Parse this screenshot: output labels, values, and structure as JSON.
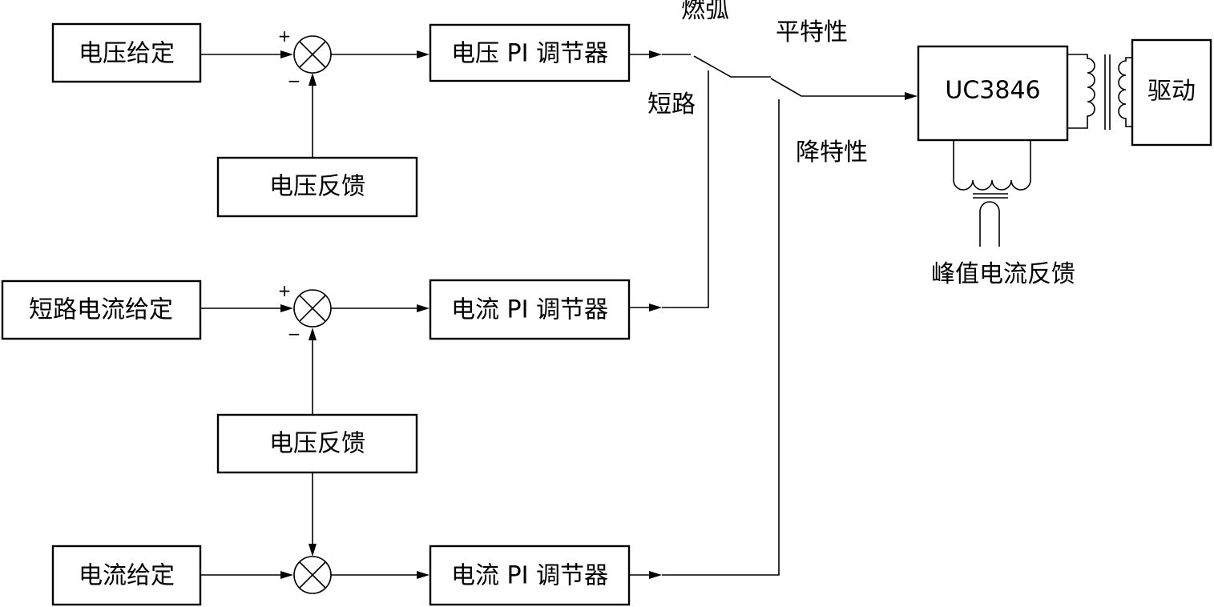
{
  "blocks": {
    "voltage_setpoint": "电压给定",
    "voltage_pi": "电压 PI 调节器",
    "voltage_feedback_1": "电压反馈",
    "short_current_setpoint": "短路电流给定",
    "current_pi_1": "电流 PI 调节器",
    "voltage_feedback_2": "电压反馈",
    "current_setpoint": "电流给定",
    "current_pi_2": "电流 PI 调节器",
    "chip": "UC3846",
    "drive": "驱动"
  },
  "labels": {
    "arcing": "燃弧",
    "flat_characteristic": "平特性",
    "short_circuit": "短路",
    "drooping_characteristic": "降特性",
    "peak_current_feedback": "峰值电流反馈"
  },
  "signs": {
    "plus": "+",
    "minus": "−"
  },
  "colors": {
    "line": "#000000",
    "background": "#ffffff"
  }
}
